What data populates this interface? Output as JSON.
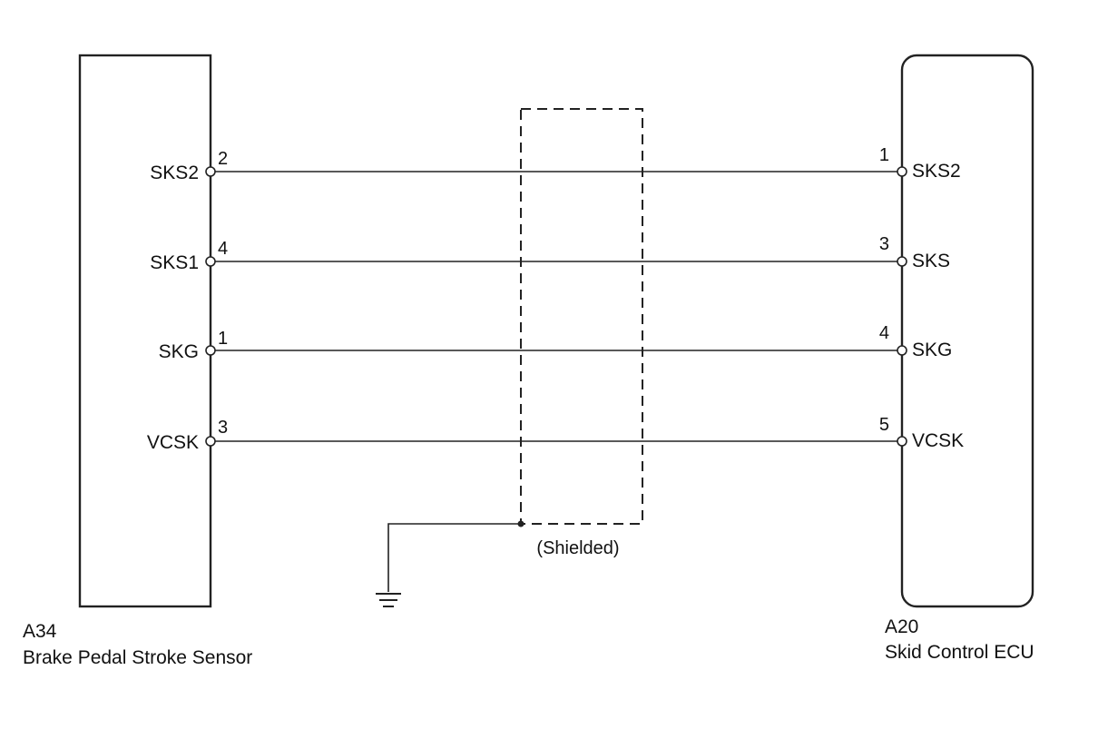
{
  "left_component": {
    "code": "A34",
    "name": "Brake Pedal Stroke Sensor"
  },
  "right_component": {
    "code": "A20",
    "name": "Skid Control ECU"
  },
  "wires": [
    {
      "left_pin_name": "SKS2",
      "left_pin_num": "2",
      "right_pin_num": "1",
      "right_pin_name": "SKS2"
    },
    {
      "left_pin_name": "SKS1",
      "left_pin_num": "4",
      "right_pin_num": "3",
      "right_pin_name": "SKS"
    },
    {
      "left_pin_name": "SKG",
      "left_pin_num": "1",
      "right_pin_num": "4",
      "right_pin_name": "SKG"
    },
    {
      "left_pin_name": "VCSK",
      "left_pin_num": "3",
      "right_pin_num": "5",
      "right_pin_name": "VCSK"
    }
  ],
  "shield": {
    "label": "(Shielded)"
  }
}
